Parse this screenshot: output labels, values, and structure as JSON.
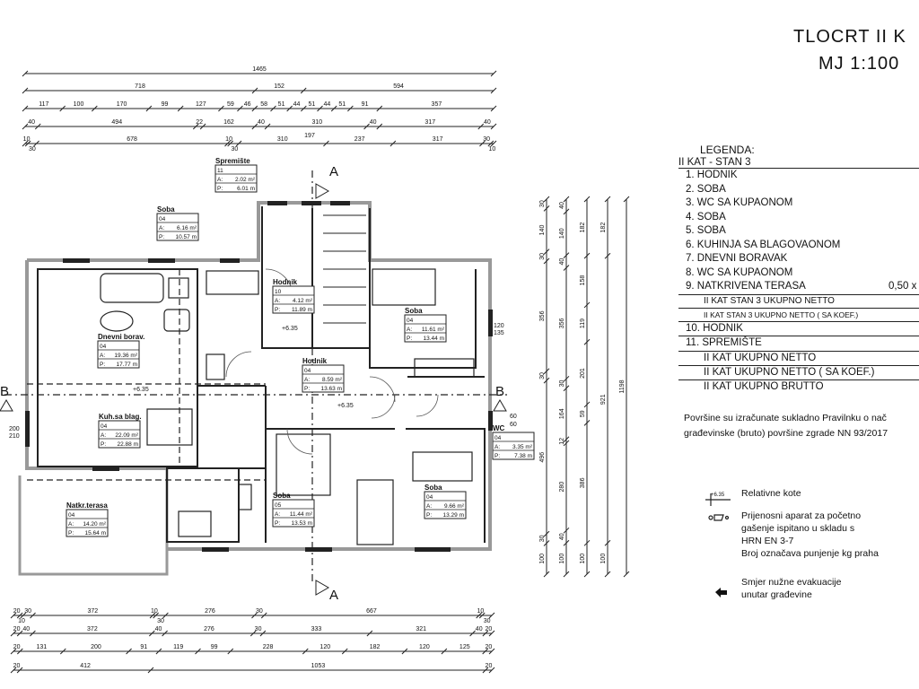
{
  "title": "TLOCRT II K",
  "scale": "MJ 1:100",
  "legend": {
    "heading": "LEGENDA:",
    "section": "II KAT - STAN 3",
    "items": [
      "1. HODNIK",
      "2. SOBA",
      "3. WC SA KUPAONOM",
      "4. SOBA",
      "5. SOBA",
      "6. KUHINJA SA BLAGOVAONOM",
      "7. DNEVNI BORAVAK",
      "8. WC SA KUPAONOM",
      "9. NATKRIVENA TERASA"
    ],
    "terrace_coef": "0,50 x",
    "stan_netto": "II KAT STAN 3 UKUPNO NETTO",
    "stan_netto_koef": "II KAT STAN 3 UKUPNO NETTO ( SA KOEF.)",
    "items2": [
      "10. HODNIK",
      "11. SPREMIŠTE"
    ],
    "kat_netto": "II KAT UKUPNO NETTO",
    "kat_netto_koef": "II KAT UKUPNO NETTO ( SA KOEF.)",
    "kat_brutto": "II KAT UKUPNO BRUTTO"
  },
  "note": [
    "Površine su izračunate sukladno Pravilnku o nač",
    "građevinske (bruto) površine zgrade NN 93/2017"
  ],
  "symbols": {
    "level_mark": "+6.35",
    "relative_label": "Relativne kote",
    "extinguisher_lines": [
      "Prijenosni aparat za početno",
      "gašenje ispitano u skladu s",
      "HRN EN 3-7",
      "Broj označava punjenje kg praha"
    ],
    "evacuation_lines": [
      "Smjer nužne evakuacije",
      "unutar građevine"
    ]
  },
  "sections": {
    "a": "A",
    "b": "B"
  },
  "levels": [
    "+6.35",
    "+6.35",
    "+6.35"
  ],
  "rooms": [
    {
      "name": "Spremište",
      "num": "11",
      "a": "2.02 m²",
      "p": "6.01 m"
    },
    {
      "name": "Soba",
      "num": "04",
      "a": "6.16 m²",
      "p": "10.57 m"
    },
    {
      "name": "Hodnik",
      "num": "10",
      "a": "4.12 m²",
      "p": "11.89 m"
    },
    {
      "name": "Dnevni borav.",
      "num": "04",
      "a": "19.36 m²",
      "p": "17.77 m"
    },
    {
      "name": "Hodnik",
      "num": "04",
      "a": "8.59 m²",
      "p": "13.63 m"
    },
    {
      "name": "Soba",
      "num": "04",
      "a": "11.61 m²",
      "p": "13.44 m"
    },
    {
      "name": "Kuh.sa blag.",
      "num": "04",
      "a": "22.09 m²",
      "p": "22.88 m"
    },
    {
      "name": "WC",
      "num": "04",
      "a": "3.35 m²",
      "p": "7.38 m"
    },
    {
      "name": "Natkr.terasa",
      "num": "04",
      "a": "14.20 m²",
      "p": "15.64 m"
    },
    {
      "name": "Soba",
      "num": "05",
      "a": "11.44 m²",
      "p": "13.53 m"
    },
    {
      "name": "Soba",
      "num": "04",
      "a": "9.66 m²",
      "p": "13.29 m"
    }
  ],
  "window_tags": [
    "120",
    "135",
    "200",
    "210",
    "60",
    "60"
  ],
  "dimensions": {
    "top": [
      {
        "values": [
          1465
        ]
      },
      {
        "values": [
          718,
          152,
          594
        ]
      },
      {
        "values": [
          117,
          100,
          170,
          99,
          127,
          59,
          46,
          58,
          51,
          44,
          51,
          44,
          51,
          91,
          357
        ]
      },
      {
        "values": [
          40,
          494,
          22,
          162,
          40,
          310,
          40,
          317,
          40
        ]
      },
      {
        "values": [
          10,
          30,
          678,
          10,
          30,
          310,
          237,
          317,
          30,
          10
        ],
        "extra": "197"
      }
    ],
    "bottom": [
      {
        "values": [
          20,
          10,
          30,
          372,
          10,
          30,
          276,
          30,
          667,
          10,
          30
        ]
      },
      {
        "values": [
          20,
          40,
          372,
          40,
          276,
          30,
          333,
          321,
          40,
          20
        ]
      },
      {
        "values": [
          20,
          131,
          200,
          91,
          119,
          99,
          228,
          120,
          182,
          120,
          125,
          20
        ]
      },
      {
        "values": [
          20,
          412,
          1053,
          20
        ]
      }
    ],
    "right": [
      {
        "values": [
          30,
          140,
          30,
          356,
          30,
          496,
          30,
          100
        ]
      },
      {
        "values": [
          40,
          140,
          40,
          356,
          30,
          164,
          12,
          280,
          40,
          100
        ]
      },
      {
        "values": [
          182,
          158,
          119,
          201,
          59,
          386,
          100
        ]
      },
      {
        "values": [
          182,
          921,
          100
        ]
      },
      {
        "values": [
          1198
        ]
      }
    ]
  }
}
